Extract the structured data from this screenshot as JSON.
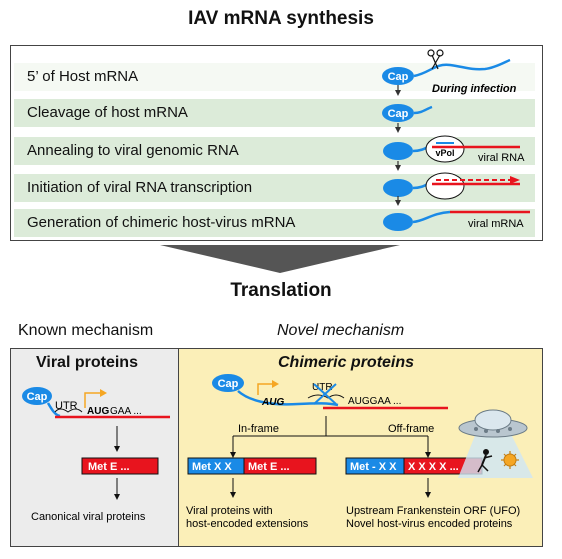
{
  "title": "IAV mRNA synthesis",
  "steps": [
    {
      "label": "5’ of Host mRNA"
    },
    {
      "label": "Cleavage of host mRNA"
    },
    {
      "label": "Annealing to viral genomic RNA"
    },
    {
      "label": "Initiation of viral RNA transcription"
    },
    {
      "label": "Generation of chimeric host-virus mRNA"
    }
  ],
  "cap_label": "Cap",
  "during_infection": "During infection",
  "vpol_label": "vPol",
  "viral_rna_label": "viral RNA",
  "viral_mrna_label": "viral mRNA",
  "translation_label": "Translation",
  "known_mechanism": "Known mechanism",
  "novel_mechanism": "Novel mechanism",
  "left_panel": {
    "heading": "Viral proteins",
    "utr": "UTR",
    "aug": "AUG",
    "seq_tail": "GAA ...",
    "protein_text": "Met  E ...",
    "caption": "Canonical viral proteins"
  },
  "right_panel": {
    "heading": "Chimeric proteins",
    "aug": "AUG",
    "utr": "UTR",
    "seq": "AUGGAA ...",
    "inframe_label": "In-frame",
    "offframe_label": "Off-frame",
    "inframe_protein_a": "Met  X  X",
    "inframe_protein_b": "Met  E ...",
    "offframe_protein_a": "Met - X X",
    "offframe_protein_b": "X  X  X  X ...",
    "inframe_caption_1": "Viral proteins with",
    "inframe_caption_2": "host-encoded extensions",
    "offframe_caption_1": "Upstream Frankenstein ORF (UFO)",
    "offframe_caption_2": "Novel host-virus encoded proteins"
  },
  "colors": {
    "green_band": "#dcebd9",
    "cap_blue": "#1a8ae6",
    "viral_red": "#e8141e",
    "host_blue": "#1a8ae6",
    "orange": "#f5a623",
    "left_panel_bg": "#ececec",
    "right_panel_bg": "#fbefb8"
  }
}
